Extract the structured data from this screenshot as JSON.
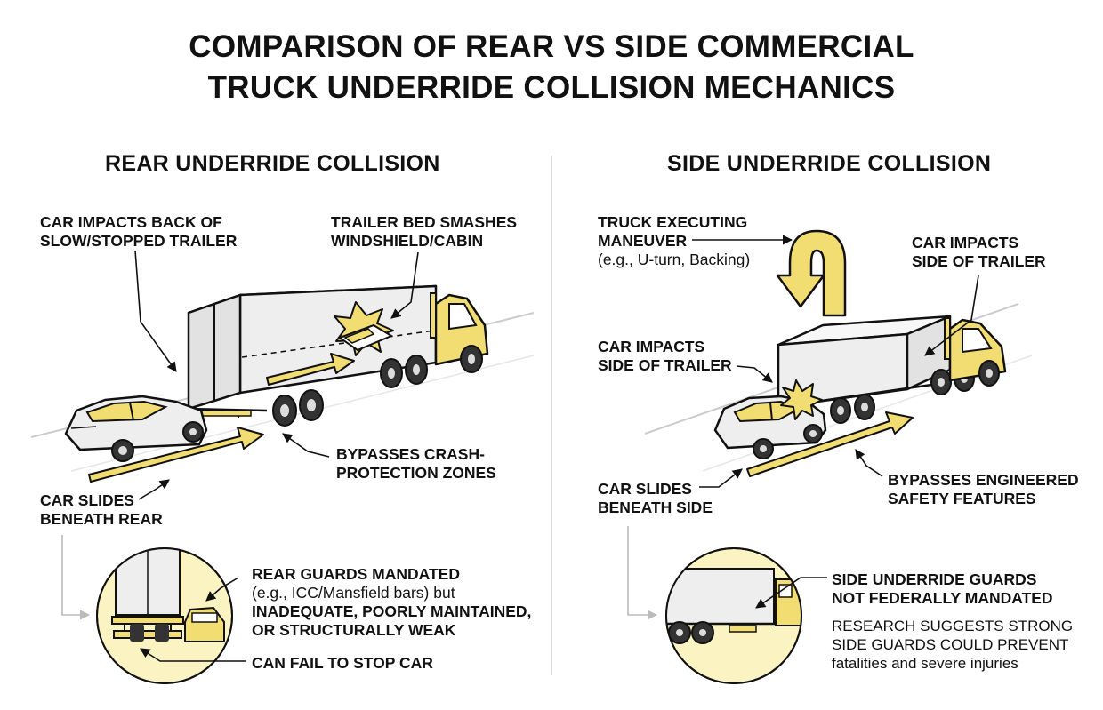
{
  "title_line1": "COMPARISON OF REAR VS SIDE COMMERCIAL",
  "title_line2": "TRUCK UNDERRIDE COLLISION MECHANICS",
  "colors": {
    "accent": "#f2dd72",
    "accent_dark": "#e0c44e",
    "ink": "#111111",
    "trailer": "#eeeeee",
    "guide": "#bbbbbb"
  },
  "rear": {
    "heading": "REAR UNDERRIDE COLLISION",
    "impact_line1": "CAR IMPACTS BACK OF",
    "impact_line2": "SLOW/STOPPED TRAILER",
    "smash_line1": "TRAILER BED SMASHES",
    "smash_line2": "WINDSHIELD/CABIN",
    "bypass_line1": "BYPASSES CRASH-",
    "bypass_line2": "PROTECTION ZONES",
    "slides_line1": "CAR SLIDES",
    "slides_line2": "BENEATH REAR",
    "guards_line1": "REAR GUARDS MANDATED",
    "guards_line2": "(e.g., ICC/Mansfield bars) but",
    "guards_line3": "INADEQUATE, POORLY MAINTAINED,",
    "guards_line4": "OR STRUCTURALLY WEAK",
    "fail_label": "CAN FAIL TO STOP CAR"
  },
  "side": {
    "heading": "SIDE UNDERRIDE COLLISION",
    "maneuver_line1": "TRUCK EXECUTING",
    "maneuver_line2": "MANEUVER",
    "maneuver_line3": "(e.g., U-turn, Backing)",
    "impact_right_line1": "CAR IMPACTS",
    "impact_right_line2": "SIDE OF TRAILER",
    "impact_left_line1": "CAR IMPACTS",
    "impact_left_line2": "SIDE OF TRAILER",
    "slides_line1": "CAR SLIDES",
    "slides_line2": "BENEATH SIDE",
    "bypass_line1": "BYPASSES ENGINEERED",
    "bypass_line2": "SAFETY FEATURES",
    "guards_line1": "SIDE UNDERRIDE GUARDS",
    "guards_line2": "NOT FEDERALLY MANDATED",
    "research_line1": "RESEARCH SUGGESTS STRONG",
    "research_line2": "SIDE GUARDS COULD PREVENT",
    "research_line3": "fatalities and severe injuries"
  }
}
